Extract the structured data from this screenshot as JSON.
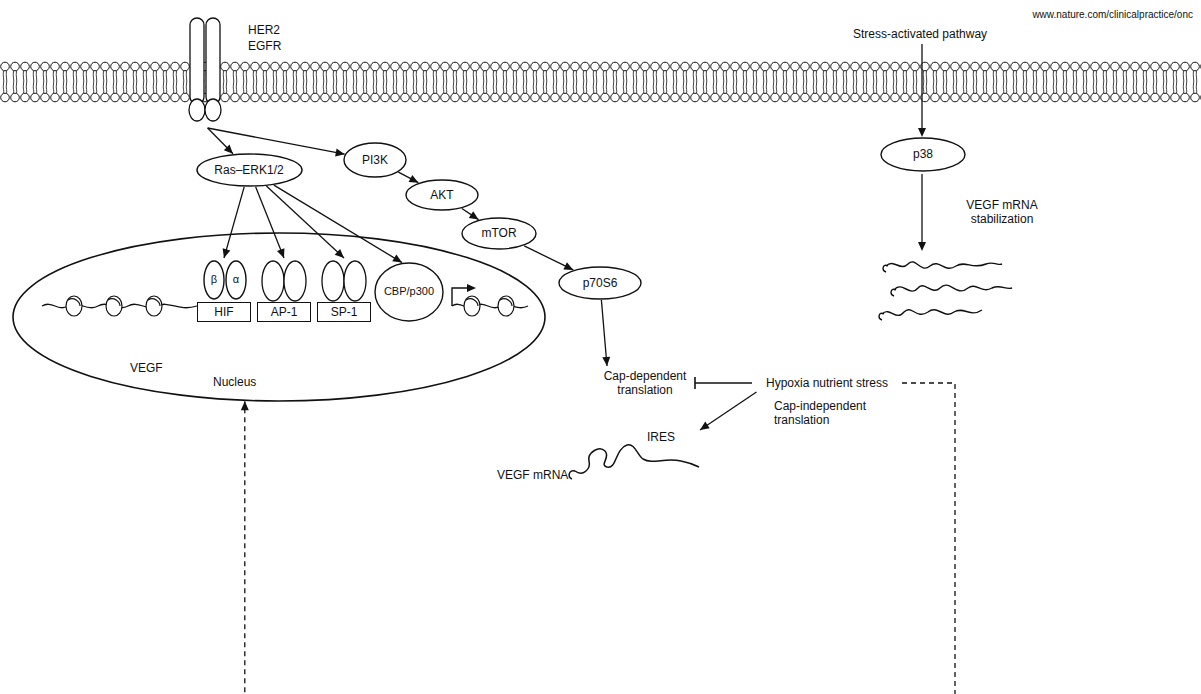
{
  "diagram": {
    "nodes": [
      {
        "text": [
          "HER2",
          "EGFR"
        ]
      },
      {
        "text": [
          "Ras–ERK1/2"
        ]
      },
      {
        "text": [
          "PI3K"
        ]
      },
      {
        "text": [
          "AKT"
        ]
      },
      {
        "text": [
          "mTOR"
        ]
      },
      {
        "text": [
          "p70S6"
        ]
      },
      {
        "text": [
          "p38"
        ]
      },
      {
        "text": [
          "VEGF",
          "Nucleus"
        ]
      },
      {
        "text": [
          "HIF"
        ],
        "in": 7
      },
      {
        "text": [
          "β"
        ],
        "in": 8
      },
      {
        "text": [
          "α"
        ],
        "in": 8
      },
      {
        "text": [
          "AP-1"
        ],
        "in": 7
      },
      {
        "text": [
          "SP-1"
        ],
        "in": 7
      },
      {
        "text": [
          "CBP/p300"
        ],
        "in": 7
      },
      {
        "text": [
          "Cap-dependent translation"
        ]
      },
      {
        "text": [
          "Hypoxia nutrient stress"
        ]
      },
      {
        "text": [
          "IRES",
          "VEGF mRNA"
        ]
      }
    ],
    "edges": [
      {
        "from": 0,
        "to": 1,
        "arrow": "to"
      },
      {
        "from": 0,
        "to": 2,
        "arrow": "to"
      },
      {
        "from": 1,
        "to": 8,
        "arrow": "to"
      },
      {
        "from": 1,
        "to": 11,
        "arrow": "to"
      },
      {
        "from": 1,
        "to": 12,
        "arrow": "to"
      },
      {
        "from": 1,
        "to": 13,
        "arrow": "to"
      },
      {
        "from": 2,
        "to": 3,
        "arrow": "to"
      },
      {
        "from": 3,
        "to": 4,
        "arrow": "to"
      },
      {
        "from": 4,
        "to": 5,
        "arrow": "to"
      },
      {
        "from": 5,
        "to": 14,
        "arrow": "to"
      },
      {
        "from": 15,
        "to": 14,
        "arrow": "to"
      },
      {
        "from": 15,
        "to": 16,
        "label": "Cap-independent translation",
        "arrow": "to"
      },
      {
        "from": 15,
        "to": 7,
        "arrow": "to"
      }
    ],
    "labels": [
      "www.nature.com/clinicalpractice/onc",
      "Stress-activated pathway",
      "VEGF mRNA stabilization"
    ]
  }
}
